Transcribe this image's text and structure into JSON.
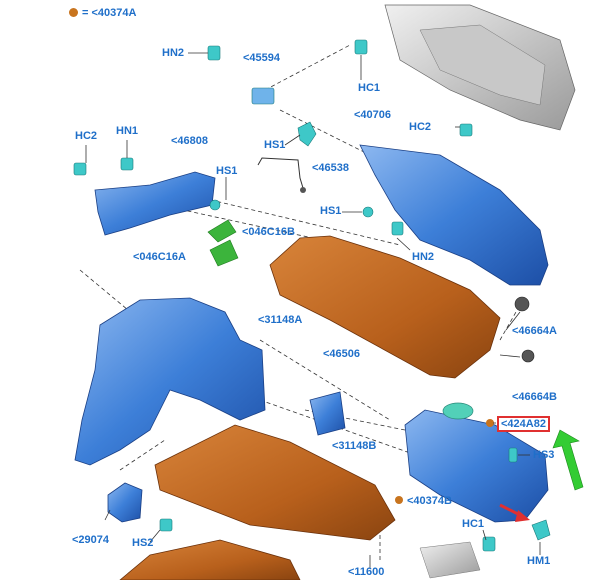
{
  "legend": {
    "dot_color": "#c8741e",
    "text": "= <40374A"
  },
  "colors": {
    "label": "#1f6fc9",
    "panel_blue": "#3d7fd8",
    "panel_orange": "#c0651a",
    "fastener_cyan": "#3ec8c8",
    "clip_green": "#3cb43c",
    "highlight_box": "#e03030",
    "arrow_green": "#33cc33"
  },
  "callouts": {
    "hn2_top": "HN2",
    "p45594": "<45594",
    "hc1_top": "HC1",
    "p40706": "<40706",
    "hc2_right": "HC2",
    "hc2_left": "HC2",
    "hn1": "HN1",
    "p46808": "<46808",
    "hs1_top": "HS1",
    "p46538": "<46538",
    "hs1_mid": "HS1",
    "p046c16b": "<046C16B",
    "p046c16a": "<046C16A",
    "hn2_mid": "HN2",
    "p31148a": "<31148A",
    "p46664a": "<46664A",
    "p46506": "<46506",
    "p46664b": "<46664B",
    "p424a82": "<424A82",
    "p31148b": "<31148B",
    "hs3": "HS3",
    "p40374b": "<40374B",
    "p29074": "<29074",
    "hs2": "HS2",
    "hc1_bottom": "HC1",
    "hm1": "HM1",
    "p11600": "<11600"
  }
}
